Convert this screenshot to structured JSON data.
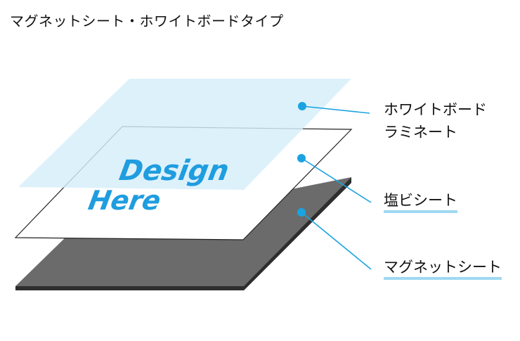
{
  "title": "マグネットシート・ホワイトボードタイプ",
  "layers": [
    {
      "name": "ホワイトボード\nラミネート",
      "line1": "ホワイトボード",
      "line2": "ラミネート",
      "color": "#d5eefa"
    },
    {
      "name": "塩ビシート",
      "line1": "塩ビシート",
      "color": "#ffffff"
    },
    {
      "name": "マグネットシート",
      "line1": "マグネットシート",
      "color": "#6b6b6b"
    }
  ],
  "design_text": {
    "line1": "Design",
    "line2": "Here",
    "color": "#1f9ddf"
  },
  "colors": {
    "leader": "#1aa3e0",
    "underline": "#9fd8f2",
    "magnet_edge": "#2e2e2e"
  }
}
